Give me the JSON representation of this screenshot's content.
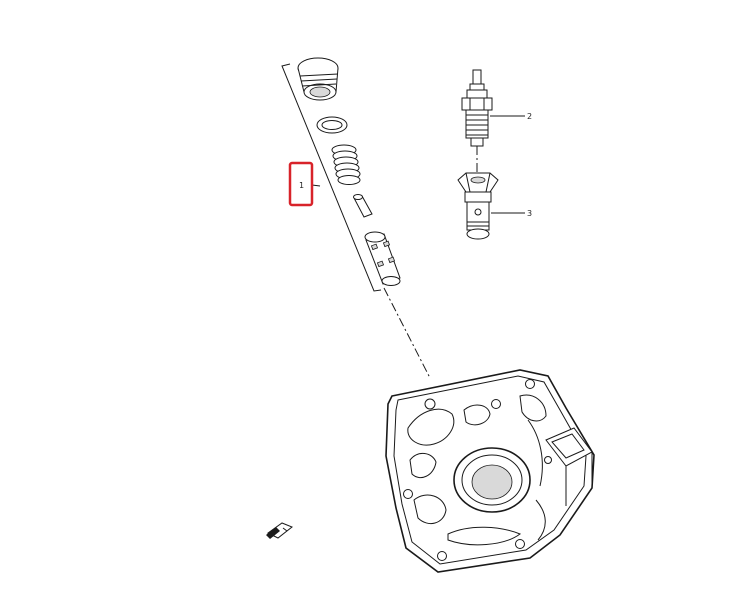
{
  "callouts": [
    {
      "id": "part-1",
      "label": "1"
    },
    {
      "id": "part-2",
      "label": "2"
    },
    {
      "id": "part-3",
      "label": "3"
    }
  ],
  "highlight": {
    "target": "part-1",
    "color": "#d8232a"
  },
  "colors": {
    "ink": "#1a1a1a",
    "background": "#ffffff"
  },
  "icons": {
    "orientation": "direction-arrow-icon"
  }
}
